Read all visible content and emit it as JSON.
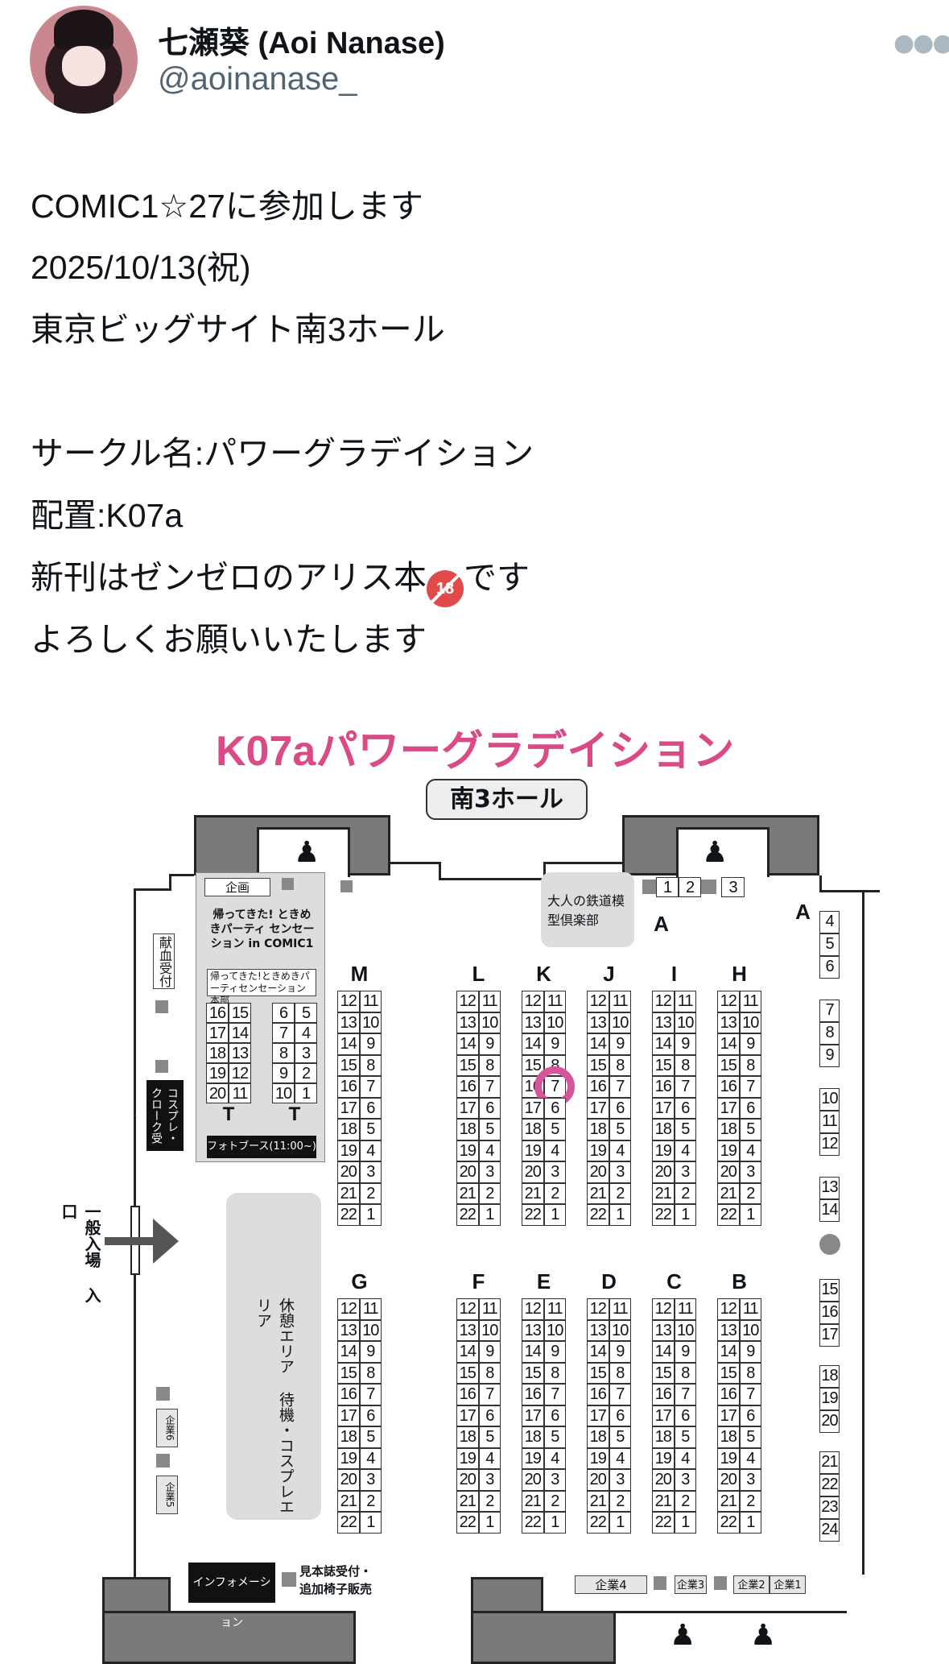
{
  "post": {
    "display_name": "七瀬葵 (Aoi Nanase)",
    "handle": "@aoinanase_",
    "more_icon": "more-dots-icon",
    "lines": [
      "COMIC1☆27に参加します",
      "2025/10/13(祝)",
      "東京ビッグサイト南3ホール",
      "",
      "サークル名:パワーグラデイション",
      "配置:K07a"
    ],
    "line7_a": "新刊はゼンゼロのアリス本",
    "r18_badge": "18",
    "line7_b": "です",
    "line8": "よろしくお願いいたします"
  },
  "map": {
    "title": "K07aパワーグラデイション",
    "hall": "南3ホール",
    "highlight_color": "#d6549a",
    "kikaku": "企画",
    "logo": "帰ってきた! ときめきパーティ センセーション in COMIC1",
    "hq": "帰ってきた!ときめきパーティセンセーション本部",
    "t_left_a": [
      "16",
      "17",
      "18",
      "19",
      "20"
    ],
    "t_left_b": [
      "15",
      "14",
      "13",
      "12",
      "11"
    ],
    "t_right_a": [
      "6",
      "7",
      "8",
      "9",
      "10"
    ],
    "t_right_b": [
      "5",
      "4",
      "3",
      "2",
      "1"
    ],
    "t_label": "T",
    "photo": "フォトブース(11:00~)",
    "blood": "献血受付",
    "cloak": "コスプレ・クローク受付",
    "entrance": "一般入場 入口",
    "rest": "休憩エリア 待機・コスプレエリア",
    "railway": "大人の鉄道模型倶楽部",
    "a_label": "A",
    "a_top": [
      "1",
      "2",
      "3"
    ],
    "a_groups": [
      [
        "4",
        "5",
        "6"
      ],
      [
        "7",
        "8",
        "9"
      ],
      [
        "10",
        "11",
        "12"
      ],
      [
        "13",
        "14"
      ],
      [
        "15",
        "16",
        "17"
      ],
      [
        "18",
        "19",
        "20"
      ],
      [
        "21",
        "22",
        "23",
        "24"
      ]
    ],
    "booth_left": [
      "12",
      "13",
      "14",
      "15",
      "16",
      "17",
      "18",
      "19",
      "20",
      "21",
      "22"
    ],
    "booth_right": [
      "11",
      "10",
      "9",
      "8",
      "7",
      "6",
      "5",
      "4",
      "3",
      "2",
      "1"
    ],
    "top_rows": [
      "M",
      "L",
      "K",
      "J",
      "I",
      "H"
    ],
    "bottom_rows": [
      "G",
      "F",
      "E",
      "D",
      "C",
      "B"
    ],
    "highlight": {
      "row": "K",
      "number": "7"
    },
    "company": [
      "企業1",
      "企業2",
      "企業3",
      "企業4",
      "企業5",
      "企業6"
    ],
    "info": "インフォメーション",
    "sample": "見本誌受付・追加椅子販売"
  }
}
